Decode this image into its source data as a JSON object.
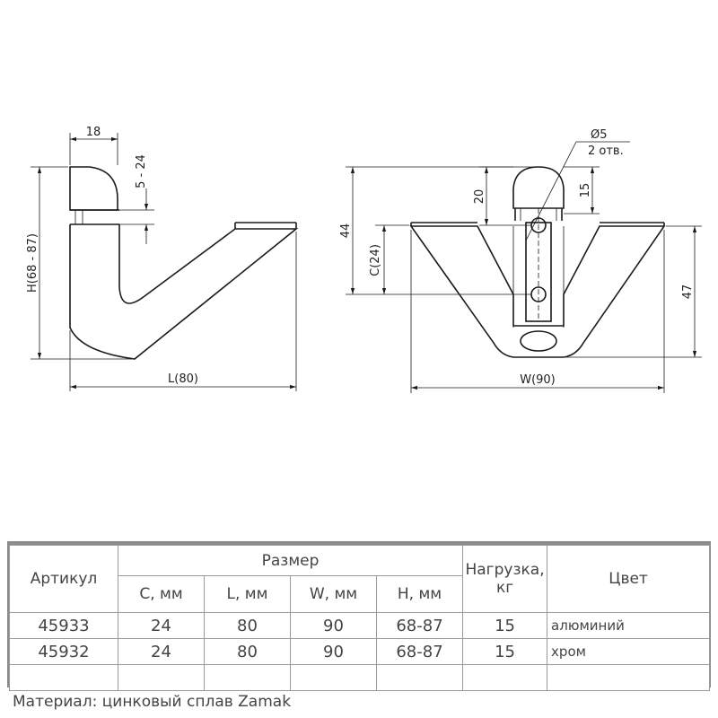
{
  "side_view": {
    "dim_width": "18",
    "dim_thickness": "5 - 24",
    "dim_height": "H(68 - 87)",
    "dim_length": "L(80)"
  },
  "front_view": {
    "dim_hole_dia": "Ø5",
    "dim_hole_count": "2 отв.",
    "dim_20": "20",
    "dim_15": "15",
    "dim_44": "44",
    "dim_c": "C(24)",
    "dim_47": "47",
    "dim_w": "W(90)"
  },
  "spec_table": {
    "header": {
      "article": "Артикул",
      "size": "Размер",
      "load": "Нагрузка, кг",
      "color": "Цвет",
      "c_mm": "C, мм",
      "l_mm": "L, мм",
      "w_mm": "W, мм",
      "h_mm": "H, мм"
    },
    "rows": [
      {
        "article": "45933",
        "c": "24",
        "l": "80",
        "w": "90",
        "h": "68-87",
        "load": "15",
        "color": "алюминий"
      },
      {
        "article": "45932",
        "c": "24",
        "l": "80",
        "w": "90",
        "h": "68-87",
        "load": "15",
        "color": "хром"
      }
    ]
  },
  "material": "Материал: цинковый сплав Zamak"
}
